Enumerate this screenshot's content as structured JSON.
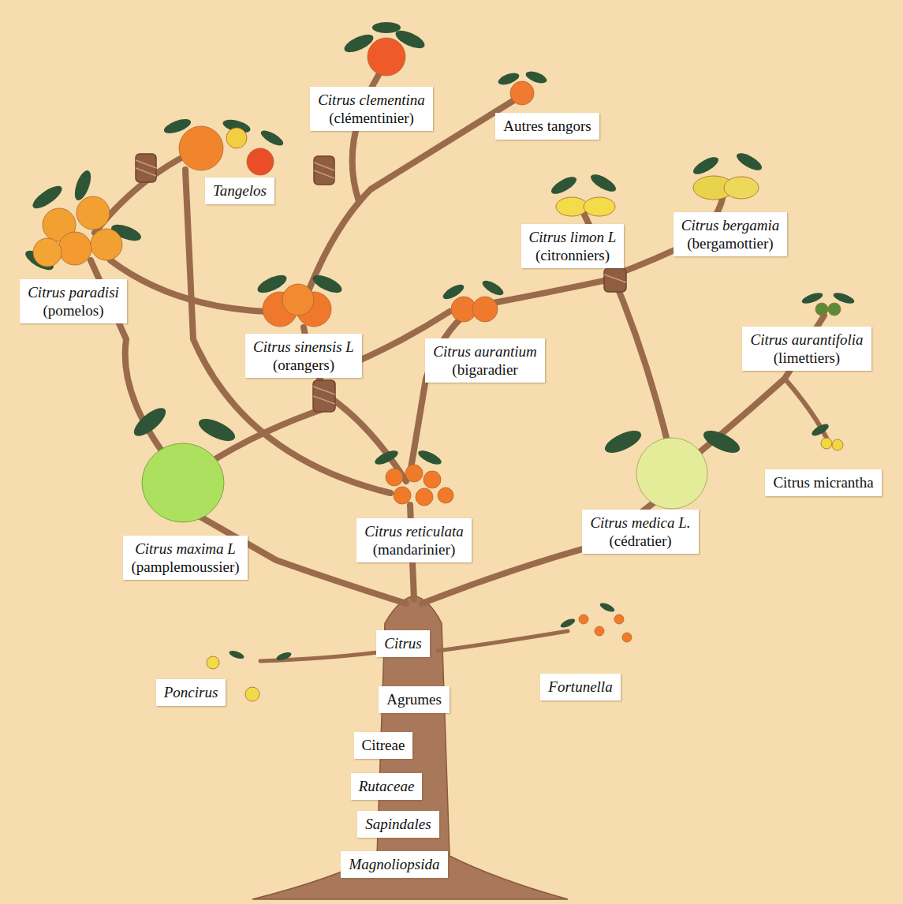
{
  "diagram": {
    "nodes": [
      {
        "text": [
          "Citrus clementina",
          "(clémentinier)"
        ]
      },
      {
        "text": [
          "Autres tangors"
        ]
      },
      {
        "text": [
          "Tangelos"
        ]
      },
      {
        "text": [
          "Citrus limon L",
          "(citronniers)"
        ]
      },
      {
        "text": [
          "Citrus bergamia",
          "(bergamottier)"
        ]
      },
      {
        "text": [
          "Citrus paradisi",
          "(pomelos)"
        ]
      },
      {
        "text": [
          "Citrus sinensis L",
          "(orangers)"
        ]
      },
      {
        "text": [
          "Citrus aurantium",
          "(bigaradier"
        ]
      },
      {
        "text": [
          "Citrus aurantifolia",
          "(limettiers)"
        ]
      },
      {
        "text": [
          "Citrus micrantha"
        ]
      },
      {
        "text": [
          "Citrus maxima L",
          "(pamplemoussier)"
        ]
      },
      {
        "text": [
          "Citrus reticulata",
          "(mandarinier)"
        ]
      },
      {
        "text": [
          "Citrus medica L.",
          "(cédratier)"
        ]
      },
      {
        "text": [
          "Citrus"
        ]
      },
      {
        "text": [
          "Poncirus"
        ]
      },
      {
        "text": [
          "Agrumes"
        ]
      },
      {
        "text": [
          "Fortunella"
        ]
      },
      {
        "text": [
          "Citreae"
        ]
      },
      {
        "text": [
          "Rutaceae"
        ]
      },
      {
        "text": [
          "Sapindales"
        ]
      },
      {
        "text": [
          "Magnoliopsida"
        ]
      }
    ]
  }
}
